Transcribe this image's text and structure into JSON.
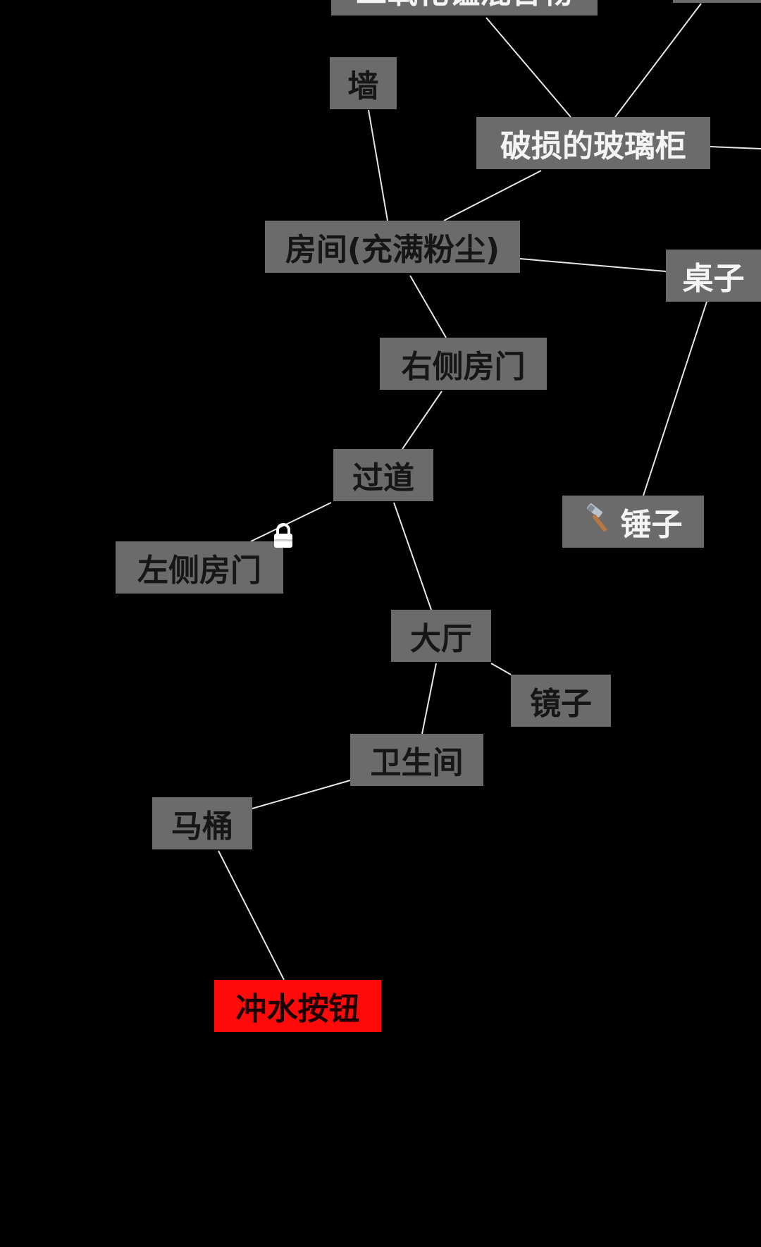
{
  "nodes": {
    "top_cut": "二氧化锰混合物",
    "wall": "墙",
    "broken_cabinet": "破损的玻璃柜",
    "dusty_room": "房间(充满粉尘)",
    "table": "桌子",
    "right_door": "右侧房门",
    "corridor": "过道",
    "hammer": "锤子",
    "left_door": "左侧房门",
    "hall": "大厅",
    "mirror": "镜子",
    "bathroom": "卫生间",
    "toilet": "马桶",
    "flush_button": "冲水按钮"
  },
  "icons": {
    "hammer": "hammer-icon",
    "lock": "lock-icon"
  },
  "colors": {
    "background": "#000000",
    "node": "#6b6b6b",
    "target": "#ff0a0a",
    "link": "#e6e6e6"
  }
}
